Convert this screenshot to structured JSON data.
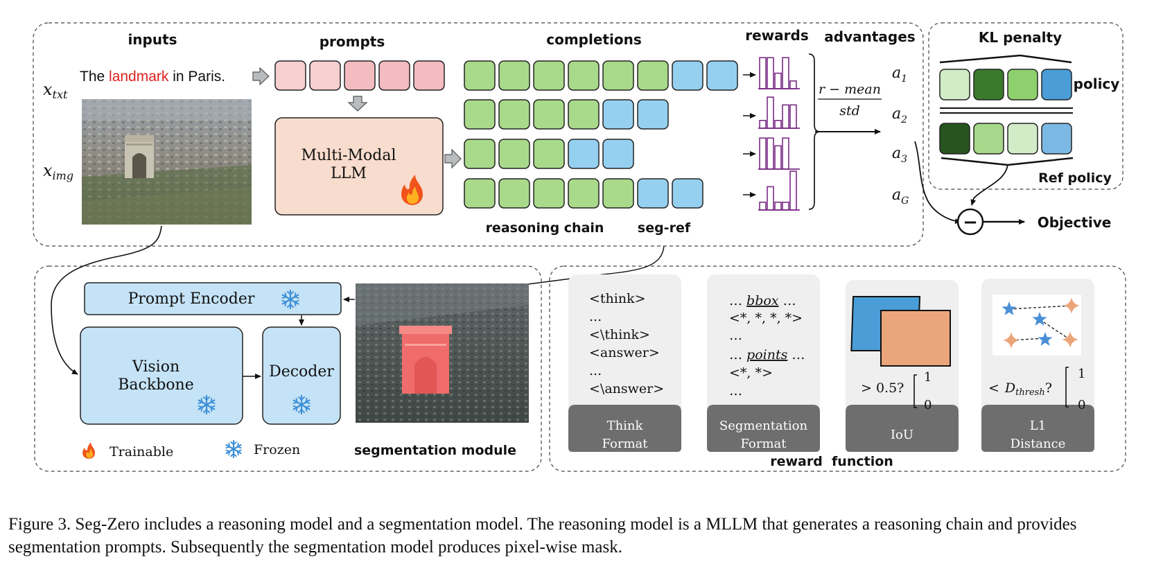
{
  "top": {
    "inputs_label": "inputs",
    "x_txt": "x",
    "x_txt_sub": "txt",
    "x_img": "x",
    "x_img_sub": "img",
    "sentence_before": "The ",
    "sentence_highlight": "landmark",
    "sentence_after": " in Paris.",
    "prompts_label": "prompts",
    "llm_line1": "Multi-Modal",
    "llm_line2": "LLM",
    "completions_label": "completions",
    "reasoning_chain_label": "reasoning chain",
    "seg_ref_label": "seg-ref",
    "rewards_label": "rewards",
    "advantages_label": "advantages",
    "norm_numerator": "r − mean",
    "norm_denominator": "std",
    "adv_names": [
      "a",
      "a",
      "a",
      "a"
    ],
    "adv_subs": [
      "1",
      "2",
      "3",
      "G"
    ],
    "kl_label": "KL penalty",
    "policy_label": "policy",
    "ref_policy_label": "Ref policy",
    "objective_label": "Objective",
    "minus_sign": "−"
  },
  "seg": {
    "prompt_encoder": "Prompt Encoder",
    "vision_line1": "Vision",
    "vision_line2": "Backbone",
    "decoder": "Decoder",
    "trainable": "Trainable",
    "frozen": "Frozen",
    "module_label": "segmentation module"
  },
  "reward": {
    "cards": [
      {
        "footer": [
          "Think",
          "Format"
        ]
      },
      {
        "footer": [
          "Segmentation",
          "Format"
        ]
      },
      {
        "footer": [
          "IoU"
        ]
      },
      {
        "footer": [
          "L1",
          "Distance"
        ]
      }
    ],
    "think_lines": [
      "<think>",
      "...",
      "<\\think>",
      "<answer>",
      "...",
      "<\\answer>"
    ],
    "seg_bbox_pre": "… ",
    "seg_bbox": "bbox",
    "seg_bbox_post": " …",
    "seg_line2": "<*, *, *, *>",
    "seg_line3": "…",
    "seg_points_pre": "… ",
    "seg_points": "points",
    "seg_points_post": " …",
    "seg_line5": "<*, *>",
    "seg_line6": "…",
    "iou_cond": "> 0.5?",
    "l1_cond_pre": "<",
    "l1_cond_var": "D",
    "l1_cond_sub": "thresh",
    "l1_cond_post": "?",
    "one": "1",
    "zero": "0",
    "label": "reward  function"
  },
  "caption": "Figure 3. Seg-Zero includes a reasoning model and a segmentation model. The reasoning model is a MLLM that generates a reasoning chain and provides segmentation prompts. Subsequently the segmentation model produces pixel-wise mask.",
  "colors": {
    "prompt_pink": "#f6cfd0",
    "prompt_pink_dark": "#f3bcc0",
    "green": "#a9d98b",
    "blue": "#96d0f0",
    "llm_fill": "#f8dccd",
    "module_blue": "#c5e3f6",
    "reward_purple": "#7a2b86",
    "kl_greens": [
      "#d3ecc8",
      "#3a7a2d",
      "#8fd06e",
      "#4a9dd6"
    ],
    "ref_greens": [
      "#28541f",
      "#a7d78a",
      "#d3ecc8",
      "#7cb8e4"
    ],
    "highlight_red": "#e02020"
  },
  "chart_data": {
    "rewards": [
      [
        4,
        4,
        2,
        4,
        1
      ],
      [
        1,
        4,
        1,
        3,
        3
      ],
      [
        4,
        4,
        3,
        4,
        0
      ],
      [
        1,
        3,
        1,
        1,
        5
      ]
    ]
  }
}
